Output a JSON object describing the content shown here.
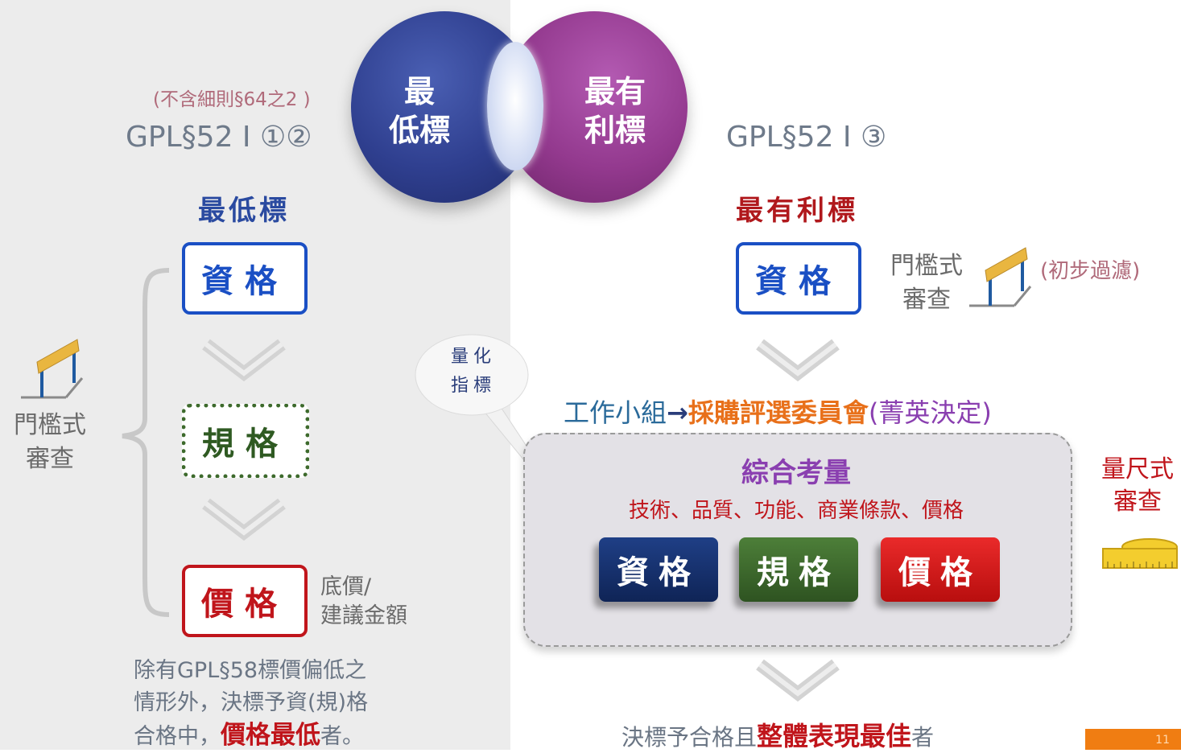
{
  "left": {
    "note": "(不含細則§64之2 )",
    "gpl": "GPL§52 I ①②",
    "heading": "最低標",
    "box1": "資格",
    "box2": "規格",
    "box3": "價格",
    "box3_side": [
      "底價/",
      "建議金額"
    ],
    "threshold": [
      "門檻式",
      "審查"
    ],
    "conclusion_l1": "除有GPL§58標價偏低之",
    "conclusion_l2": "情形外，決標予資(規)格",
    "conclusion_l3_pre": "合格中，",
    "conclusion_l3_bold": "價格最低",
    "conclusion_l3_post": "者。"
  },
  "circles": {
    "lowest": [
      "最",
      "低標"
    ],
    "best": [
      "最有",
      "利標"
    ]
  },
  "right": {
    "gpl": "GPL§52 I ③",
    "heading": "最有利標",
    "box1": "資格",
    "threshold": [
      "門檻式",
      "審查"
    ],
    "filter_note": "(初步過濾)",
    "callout": [
      "量化",
      "指標"
    ],
    "committee_pre": "工作小組",
    "committee_arrow": "→",
    "committee_bold": "採購評選委員會",
    "committee_post": "(菁英決定)",
    "panel_title": "綜合考量",
    "panel_items": "技術、品質、功能、商業條款、價格",
    "tiles": [
      {
        "label": "資格",
        "color": "#14306e"
      },
      {
        "label": "規格",
        "color": "#3d6a2c"
      },
      {
        "label": "價格",
        "color": "#d81a1a"
      }
    ],
    "scale_review": [
      "量尺式",
      "審查"
    ],
    "conclusion_pre": "決標予合格且",
    "conclusion_bold": "整體表現最佳",
    "conclusion_post": "者"
  },
  "colors": {
    "blue_border": "#1a4fc4",
    "green_dotted": "#3d6a2c",
    "red_border": "#c0151b",
    "heading_blue": "#2a4aa0",
    "heading_red": "#b0181c",
    "orange": "#e8701a",
    "purple": "#8a3fb0",
    "panel": "#e3e1e6"
  },
  "page_number": "11"
}
